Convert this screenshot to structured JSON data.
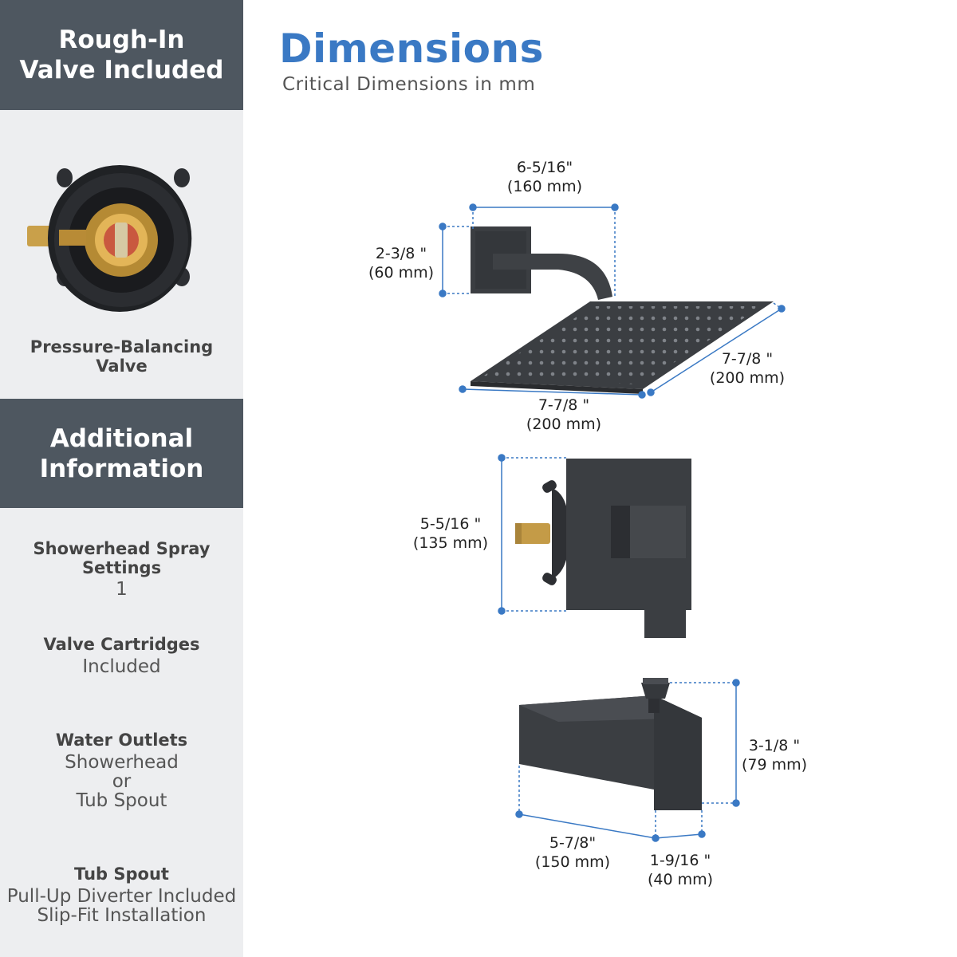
{
  "sidebar": {
    "header1": {
      "line1": "Rough-In",
      "line2": "Valve Included"
    },
    "valve_caption": {
      "line1": "Pressure-Balancing",
      "line2": "Valve"
    },
    "header2": {
      "line1": "Additional",
      "line2": "Information"
    },
    "info": [
      {
        "title_line1": "Showerhead Spray",
        "title_line2": "Settings",
        "values": [
          "1"
        ]
      },
      {
        "title_line1": "Valve Cartridges",
        "values": [
          "Included"
        ]
      },
      {
        "title_line1": "Water Outlets",
        "values": [
          "Showerhead",
          "or",
          "Tub Spout"
        ]
      },
      {
        "title_line1": "Tub Spout",
        "values": [
          "Pull-Up Diverter Included",
          "Slip-Fit Installation"
        ]
      }
    ]
  },
  "main": {
    "title": "Dimensions",
    "subtitle": "Critical Dimensions in mm"
  },
  "dimensions": {
    "arm_width": {
      "in": "6-5/16\"",
      "mm": "(160 mm)"
    },
    "flange_height": {
      "in": "2-3/8 \"",
      "mm": "(60 mm)"
    },
    "head_depth": {
      "in": "7-7/8 \"",
      "mm": "(200 mm)"
    },
    "head_width": {
      "in": "7-7/8 \"",
      "mm": "(200 mm)"
    },
    "valve_height": {
      "in": "5-5/16 \"",
      "mm": "(135 mm)"
    },
    "spout_height": {
      "in": "3-1/8 \"",
      "mm": "(79 mm)"
    },
    "spout_length": {
      "in": "5-7/8\"",
      "mm": "(150 mm)"
    },
    "spout_depth": {
      "in": "1-9/16 \"",
      "mm": "(40 mm)"
    }
  },
  "colors": {
    "accent": "#3a79c4",
    "header_bg": "#4e5760",
    "sidebar_bg": "#edeef0",
    "product": "#3b3e42"
  }
}
